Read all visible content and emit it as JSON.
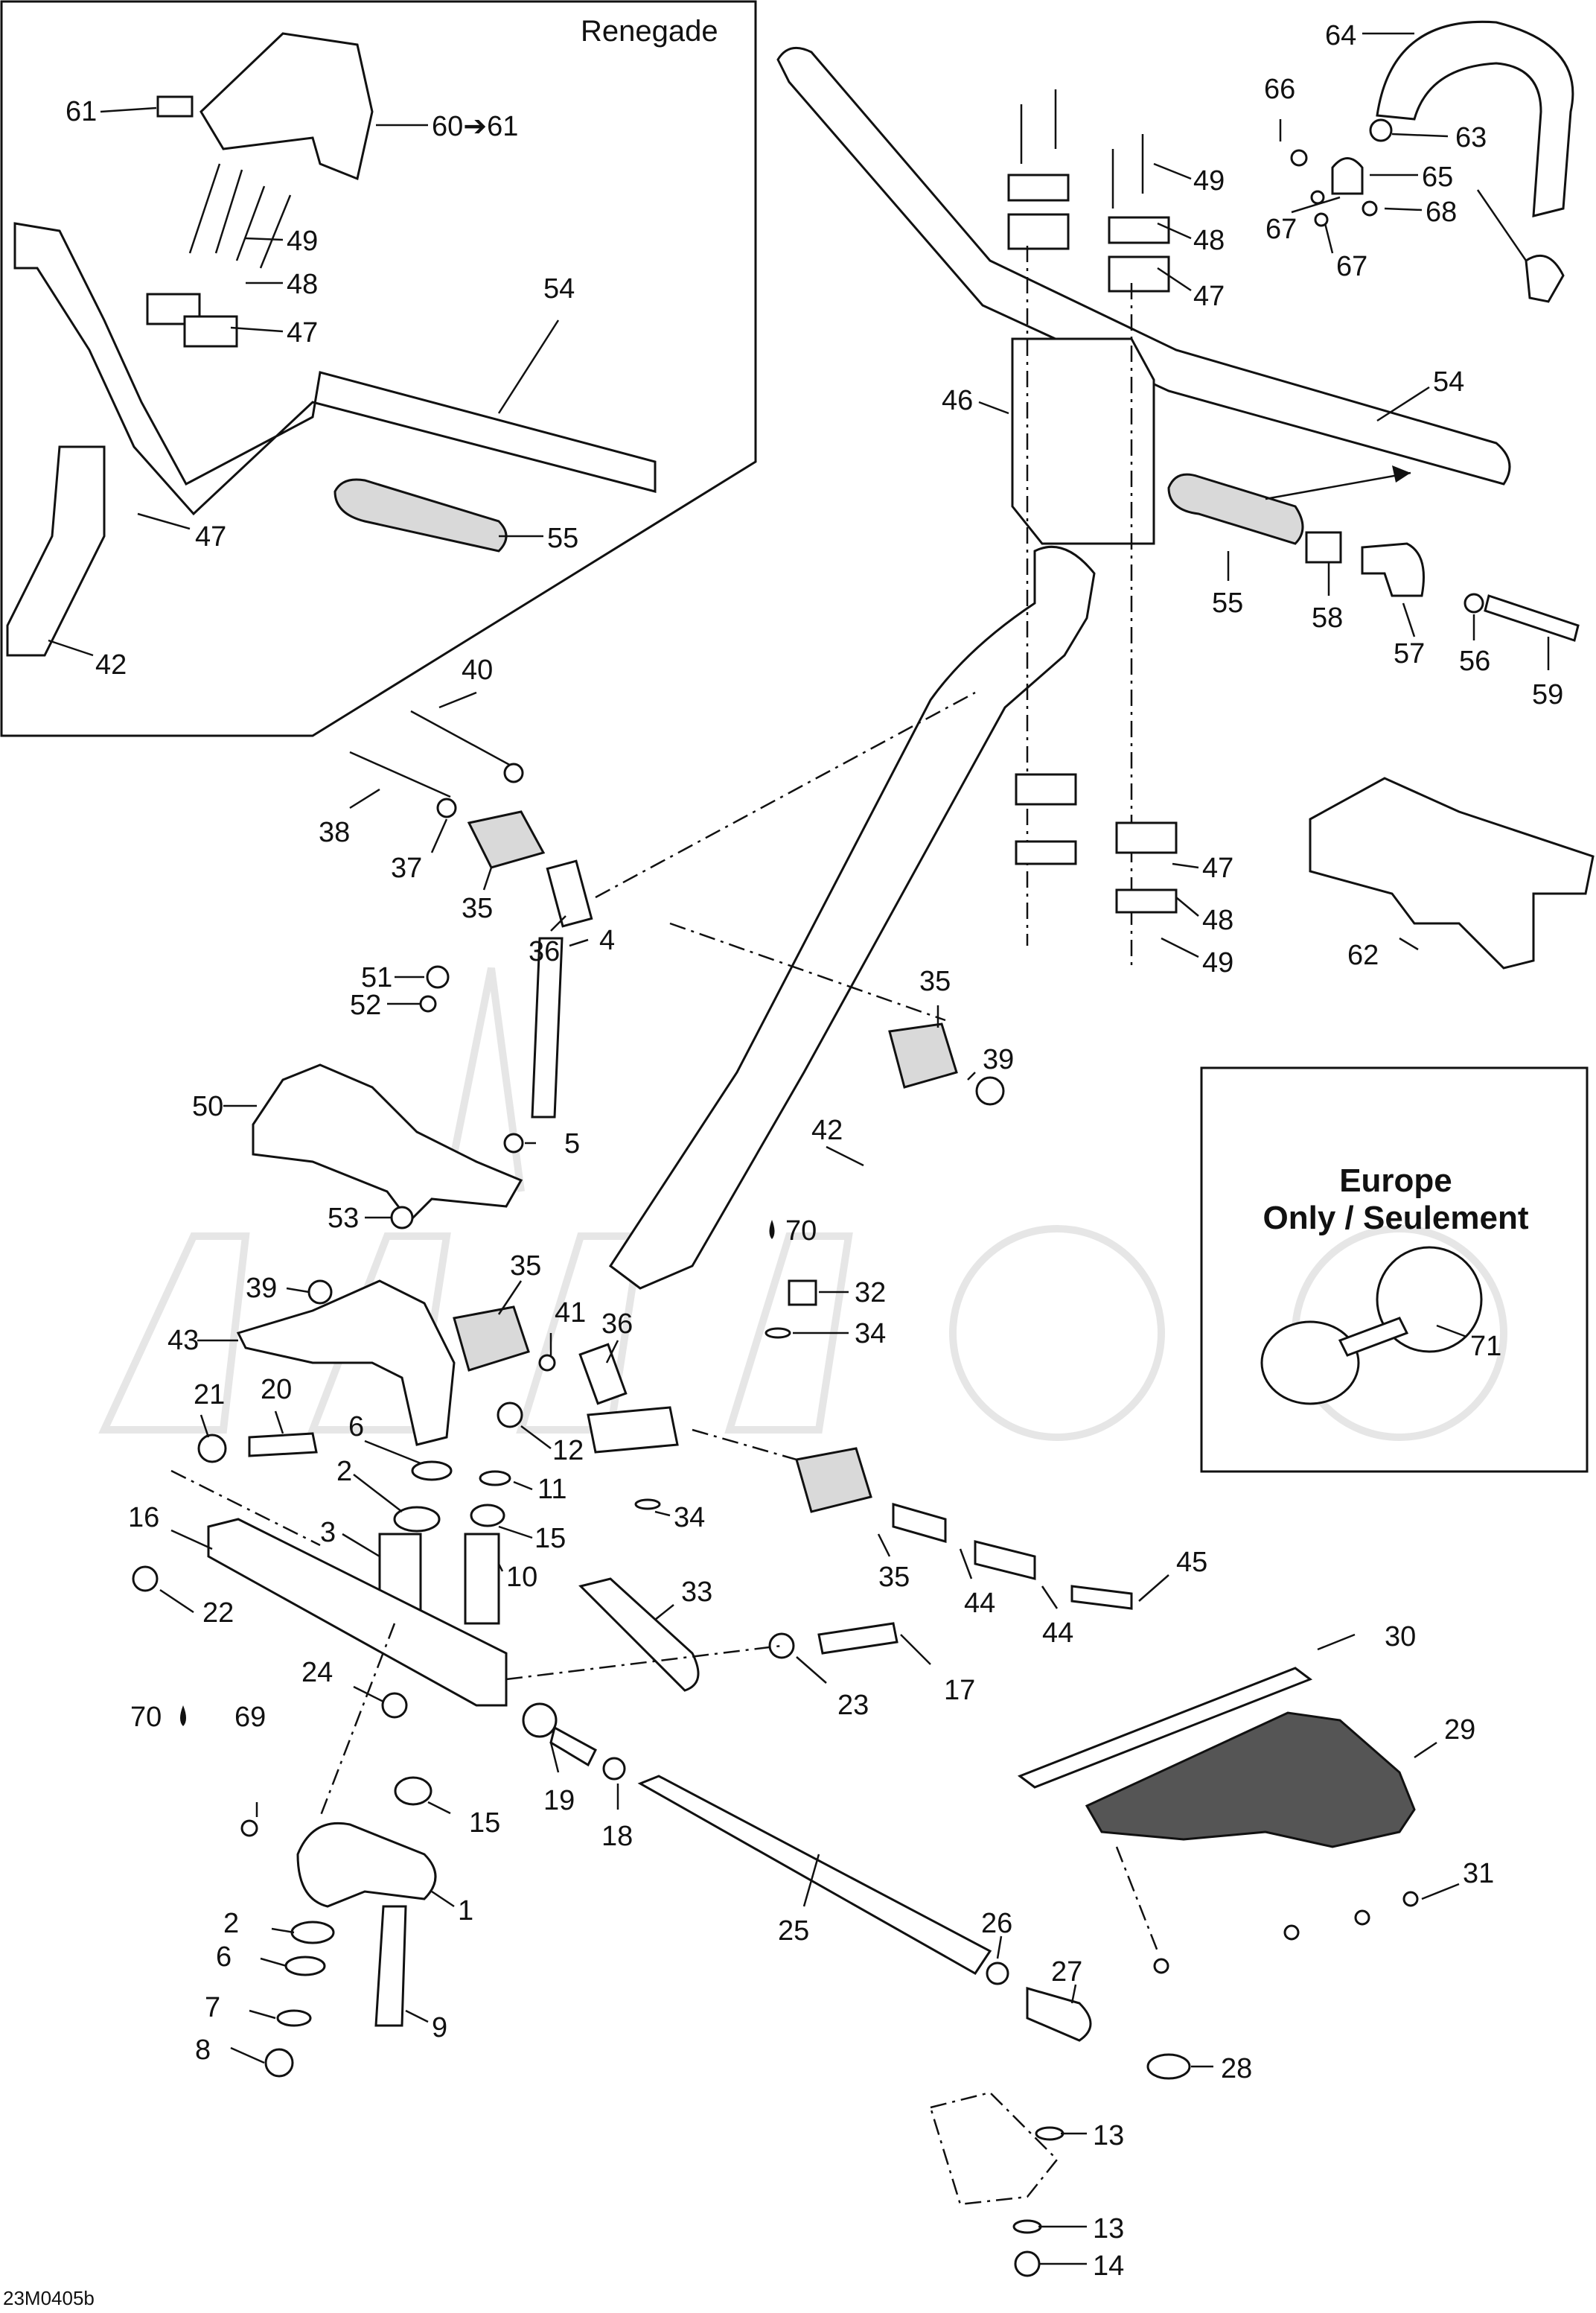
{
  "renegade_label": "Renegade",
  "europe_box": {
    "line1": "Europe",
    "line2": "Only / Seulement"
  },
  "footer_code": "23M0405b",
  "oil_icon": "oil-drop-icon",
  "labels": {
    "p61a": "61",
    "p60": "60➔61",
    "p49a": "49",
    "p48a": "48",
    "p47a": "47",
    "p54a": "54",
    "p47b": "47",
    "p55a": "55",
    "p42a": "42",
    "p64": "64",
    "p66": "66",
    "p63": "63",
    "p65": "65",
    "p67a": "67",
    "p68": "68",
    "p67b": "67",
    "p49b": "49",
    "p48b": "48",
    "p47c": "47",
    "p46": "46",
    "p54b": "54",
    "p55b": "55",
    "p58": "58",
    "p57": "57",
    "p56": "56",
    "p59": "59",
    "p40": "40",
    "p38": "38",
    "p37": "37",
    "p35a": "35",
    "p36a": "36",
    "p47d": "47",
    "p48c": "48",
    "p49c": "49",
    "p62": "62",
    "p51": "51",
    "p4": "4",
    "p52": "52",
    "p50": "50",
    "p5": "5",
    "p53": "53",
    "p35b": "35",
    "p39a": "39",
    "p42b": "42",
    "p70a": "70",
    "p39b": "39",
    "p35c": "35",
    "p43": "43",
    "p41": "41",
    "p36b": "36",
    "p32": "32",
    "p34a": "34",
    "p21": "21",
    "p20": "20",
    "p6a": "6",
    "p12": "12",
    "p2a": "2",
    "p11": "11",
    "p16": "16",
    "p3": "3",
    "p15a": "15",
    "p10": "10",
    "p22": "22",
    "p34b": "34",
    "p35d": "35",
    "p44a": "44",
    "p44b": "44",
    "p45": "45",
    "p33": "33",
    "p24": "24",
    "p23": "23",
    "p17": "17",
    "p30": "30",
    "p29": "29",
    "p70b": "70",
    "p69": "69",
    "p19": "19",
    "p18": "18",
    "p15b": "15",
    "p1": "1",
    "p2b": "2",
    "p9": "9",
    "p6b": "6",
    "p7": "7",
    "p8": "8",
    "p25": "25",
    "p26": "26",
    "p27": "27",
    "p31": "31",
    "p28": "28",
    "p13a": "13",
    "p13b": "13",
    "p14": "14",
    "p71": "71"
  }
}
